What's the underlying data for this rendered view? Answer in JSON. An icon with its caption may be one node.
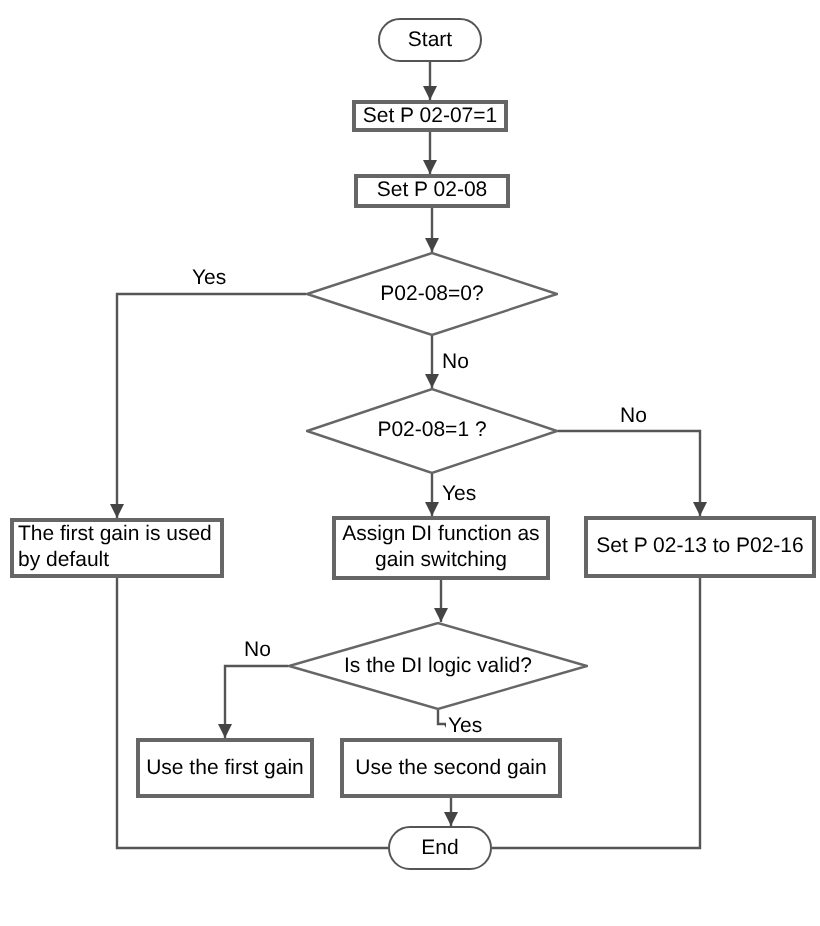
{
  "diagram": {
    "nodes": [
      {
        "text": [
          "Start"
        ]
      },
      {
        "text": [
          "Set P 02-07=1"
        ]
      },
      {
        "text": [
          "Set P 02-08"
        ]
      },
      {
        "text": [
          "P02-08=0?"
        ]
      },
      {
        "text": [
          "P02-08=1 ?"
        ]
      },
      {
        "text": [
          "The first gain is used by default"
        ]
      },
      {
        "text": [
          "Assign DI function as gain switching"
        ]
      },
      {
        "text": [
          "Set P 02-13 to P02-16"
        ]
      },
      {
        "text": [
          "Is the DI logic valid?"
        ]
      },
      {
        "text": [
          "Use the first gain"
        ]
      },
      {
        "text": [
          "Use the second gain"
        ]
      },
      {
        "text": [
          "End"
        ]
      }
    ],
    "edges": [
      {
        "from": 0,
        "to": 1,
        "arrow": "to"
      },
      {
        "from": 1,
        "to": 2,
        "arrow": "to"
      },
      {
        "from": 2,
        "to": 3,
        "arrow": "to"
      },
      {
        "from": 3,
        "to": 4,
        "arrow": "to",
        "label": "No"
      },
      {
        "from": 3,
        "to": 5,
        "arrow": "to",
        "label": "Yes"
      },
      {
        "from": 4,
        "to": 6,
        "arrow": "to",
        "label": "Yes"
      },
      {
        "from": 4,
        "to": 7,
        "arrow": "to",
        "label": "No"
      },
      {
        "from": 6,
        "to": 8,
        "arrow": "to"
      },
      {
        "from": 8,
        "to": 9,
        "arrow": "to",
        "label": "No"
      },
      {
        "from": 8,
        "to": 10,
        "arrow": "to",
        "label": "Yes"
      },
      {
        "from": 10,
        "to": 11,
        "arrow": "to"
      },
      {
        "from": 5,
        "to": 11,
        "arrow": "none"
      },
      {
        "from": 7,
        "to": 11,
        "arrow": "none"
      }
    ]
  }
}
